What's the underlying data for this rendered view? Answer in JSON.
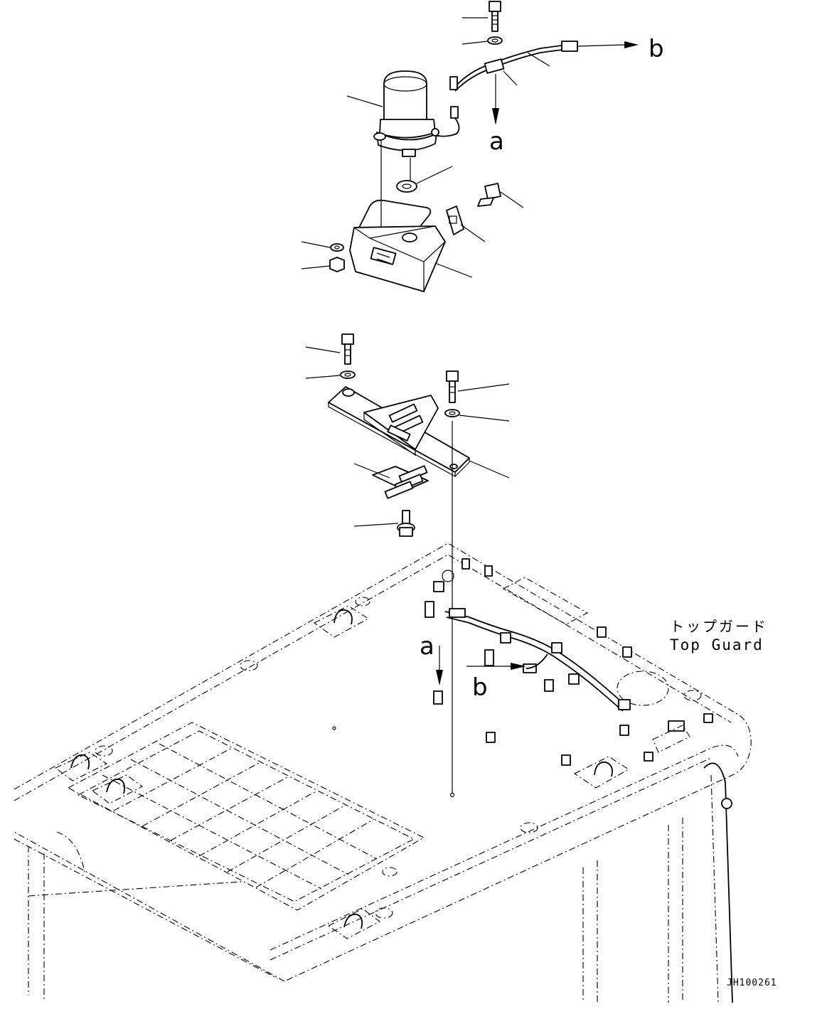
{
  "labels": {
    "connector_a_top": "a",
    "connector_b_top": "b",
    "connector_a_bottom": "a",
    "connector_b_bottom": "b",
    "part_name_japanese": "トップガード",
    "part_name_english": "Top Guard",
    "drawing_code": "JH100261"
  },
  "colors": {
    "line": "#000000",
    "background": "#ffffff"
  }
}
